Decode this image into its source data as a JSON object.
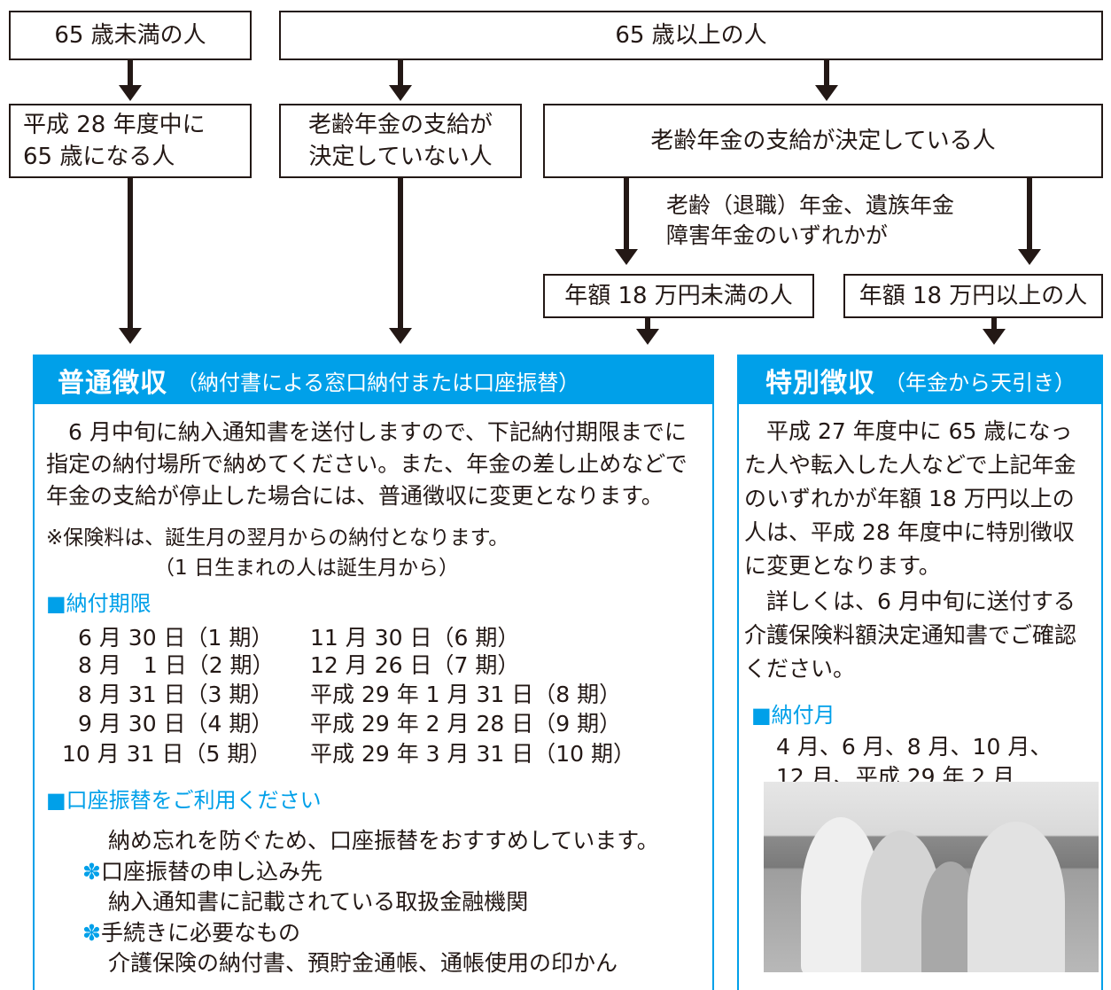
{
  "flow": {
    "under65": "65 歳未満の人",
    "over65": "65 歳以上の人",
    "turning65": [
      "平成 28 年度中に",
      "65 歳になる人"
    ],
    "pension_not_decided": [
      "老齢年金の支給が",
      "決定していない人"
    ],
    "pension_decided": "老齢年金の支給が決定している人",
    "pension_note": [
      "老齢（退職）年金、遺族年金",
      "障害年金のいずれかが"
    ],
    "under18": "年額 18 万円未満の人",
    "over18": "年額 18 万円以上の人"
  },
  "normal": {
    "title": "普通徴収",
    "subtitle": "（納付書による窓口納付または口座振替）",
    "body": [
      "　6 月中旬に納入通知書を送付しますので、下記納付期限までに",
      "指定の納付場所で納めてください。また、年金の差し止めなどで",
      "年金の支給が停止した場合には、普通徴収に変更となります。"
    ],
    "note1": "※保険料は、誕生月の翌月からの納付となります。",
    "note2": "（1 日生まれの人は誕生月から）",
    "deadline_heading": "■納付期限",
    "deadlines_left": [
      "6 月 30 日（1 期）",
      "8 月　1 日（2 期）",
      "8 月 31 日（3 期）",
      "9 月 30 日（4 期）",
      "10 月 31 日（5 期）"
    ],
    "deadlines_right": [
      "11 月 30 日（6 期）",
      "12 月 26 日（7 期）",
      "平成 29 年 1 月 31 日（8 期）",
      "平成 29 年 2 月 28 日（9 期）",
      "平成 29 年 3 月 31 日（10 期）"
    ],
    "transfer_heading": "■口座振替をご利用ください",
    "transfer_body": "納め忘れを防ぐため、口座振替をおすすめしています。",
    "apply_heading": "口座振替の申し込み先",
    "apply_body": "納入通知書に記載されている取扱金融機関",
    "need_heading": "手続きに必要なもの",
    "need_body": "介護保険の納付書、預貯金通帳、通帳使用の印かん",
    "bullet": "✽"
  },
  "special": {
    "title": "特別徴収",
    "subtitle": "（年金から天引き）",
    "body1": [
      "　平成 27 年度中に 65 歳になっ",
      "た人や転入した人などで上記年金",
      "のいずれかが年額 18 万円以上の",
      "人は、平成 28 年度中に特別徴収",
      "に変更となります。"
    ],
    "body2": [
      "　詳しくは、6 月中旬に送付する",
      "介護保険料額決定通知書でご確認",
      "ください。"
    ],
    "month_heading": "■納付月",
    "months": [
      "4 月、6 月、8 月、10 月、",
      "12 月、平成 29 年 2 月"
    ]
  },
  "colors": {
    "accent": "#00a0e9",
    "text": "#231815",
    "line": "#231815"
  }
}
